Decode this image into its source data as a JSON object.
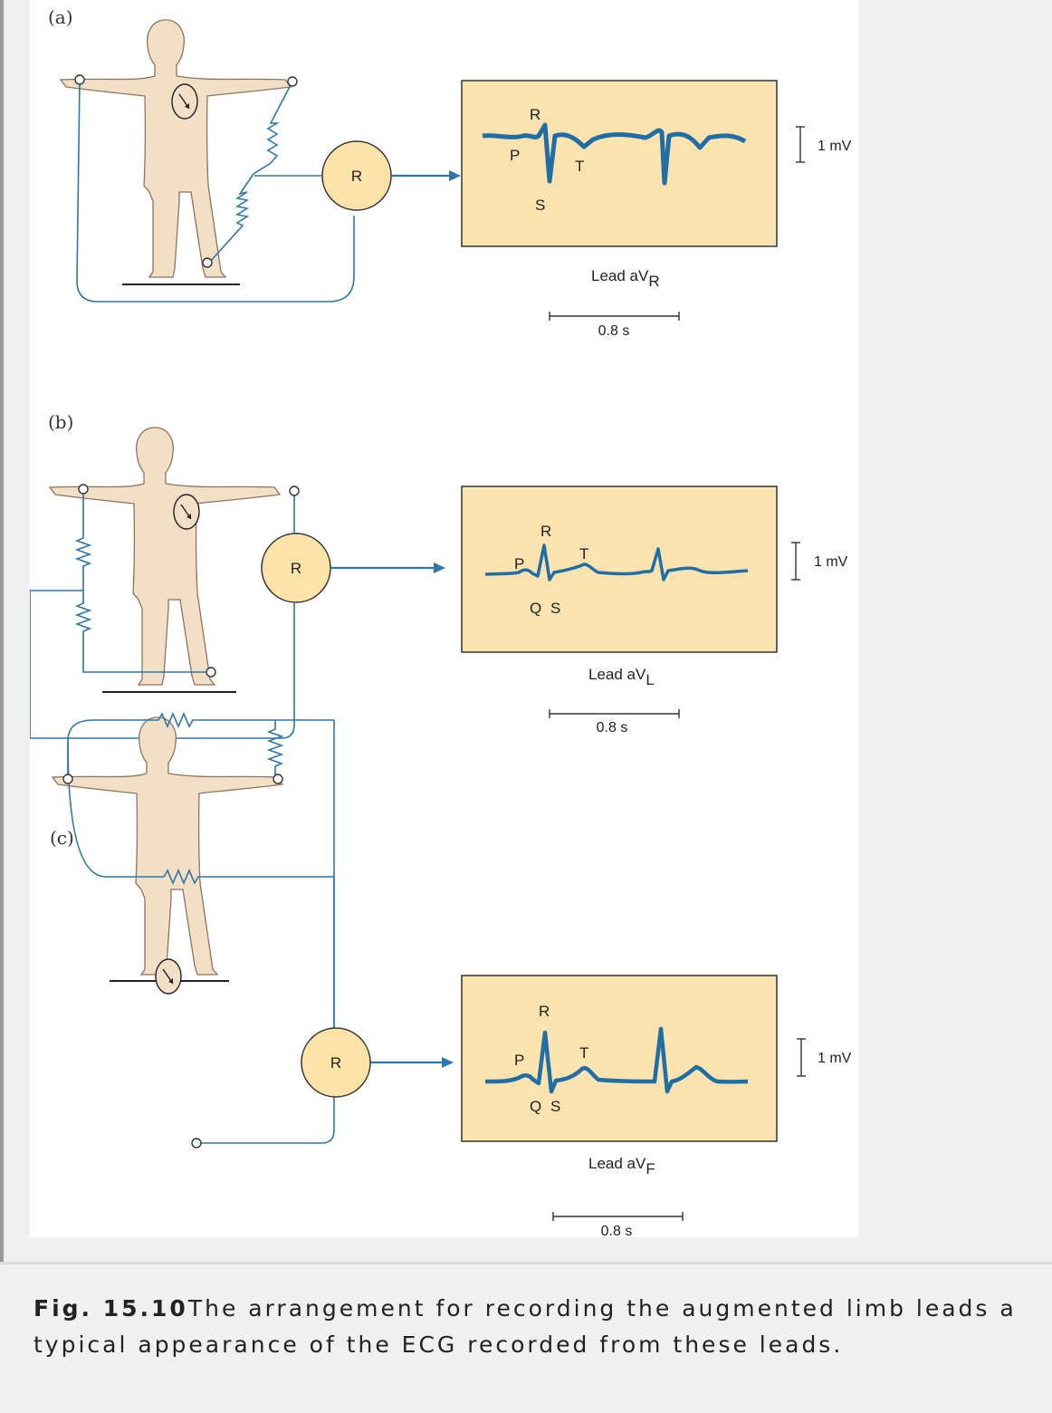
{
  "panels": [
    {
      "letter": "(a)",
      "amplifier_label": "R",
      "wave_labels": {
        "R": "R",
        "P": "P",
        "T": "T",
        "S": "S"
      },
      "lead_prefix": "Lead aV",
      "lead_sub": "R",
      "amplitude_scale": "1 mV",
      "time_scale": "0.8 s"
    },
    {
      "letter": "(b)",
      "amplifier_label": "R",
      "wave_labels": {
        "R": "R",
        "P": "P",
        "T": "T",
        "Q": "Q",
        "S": "S"
      },
      "lead_prefix": "Lead aV",
      "lead_sub": "L",
      "amplitude_scale": "1 mV",
      "time_scale": "0.8 s"
    },
    {
      "letter": "(c)",
      "amplifier_label": "R",
      "wave_labels": {
        "R": "R",
        "P": "P",
        "T": "T",
        "Q": "Q",
        "S": "S"
      },
      "lead_prefix": "Lead aV",
      "lead_sub": "F",
      "amplitude_scale": "1 mV",
      "time_scale": "0.8 s"
    }
  ],
  "caption": {
    "figure_number": "Fig. 15.10",
    "line1": "The arrangement for recording the augmented limb leads a",
    "line2": "typical appearance of the ECG recorded from these leads."
  },
  "colors": {
    "wire": "#2e77a8",
    "trace": "#1f6fa6",
    "screen": "#fbe3b0",
    "amplifier": "#fde3a7",
    "body": "#f3dfc6",
    "background": "#f0f0f0"
  }
}
